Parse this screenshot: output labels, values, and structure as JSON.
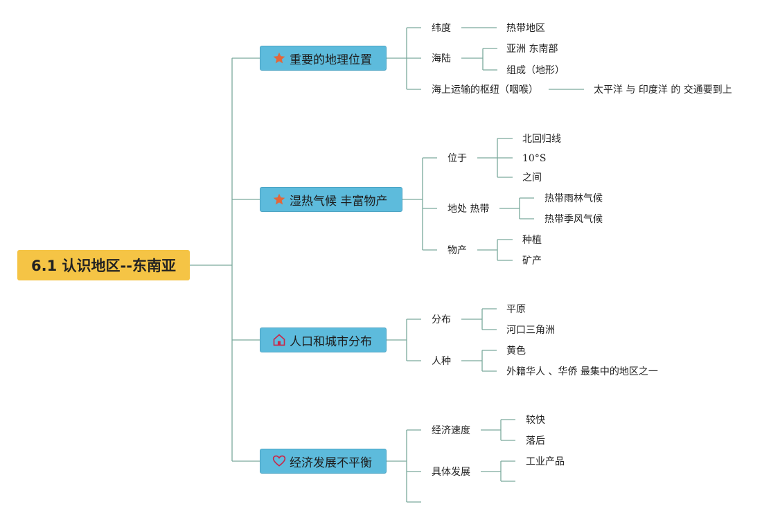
{
  "root": {
    "label": "6.1 认识地区--东南亚",
    "color": "#f5c445"
  },
  "colors": {
    "branch_fill": "#5dbbdc",
    "line": "#7aa99c",
    "star": "#e2673a",
    "house": "#c7284a",
    "heart": "#c7284a"
  },
  "branches": [
    {
      "label": "重要的地理位置",
      "icon": "star-icon",
      "children": [
        {
          "label": "纬度",
          "children": [
            {
              "label": "热带地区"
            }
          ]
        },
        {
          "label": "海陆",
          "children": [
            {
              "label": "亚洲 东南部"
            },
            {
              "label": "组成（地形）"
            }
          ]
        },
        {
          "label": "海上运输的枢纽（咽喉）",
          "children": [
            {
              "label": "太平洋 与 印度洋 的 交通要到上"
            }
          ]
        }
      ]
    },
    {
      "label": "湿热气候 丰富物产",
      "icon": "star-icon",
      "children": [
        {
          "label": "位于",
          "children": [
            {
              "label": "北回归线"
            },
            {
              "label": "10°S"
            },
            {
              "label": "之间"
            }
          ]
        },
        {
          "label": "地处 热带",
          "children": [
            {
              "label": "热带雨林气候"
            },
            {
              "label": "热带季风气候"
            }
          ]
        },
        {
          "label": "物产",
          "children": [
            {
              "label": "种植"
            },
            {
              "label": "矿产"
            }
          ]
        }
      ]
    },
    {
      "label": "人口和城市分布",
      "icon": "house-icon",
      "children": [
        {
          "label": "分布",
          "children": [
            {
              "label": "平原"
            },
            {
              "label": "河口三角洲"
            }
          ]
        },
        {
          "label": "人种",
          "children": [
            {
              "label": "黄色"
            },
            {
              "label": "外籍华人 、华侨 最集中的地区之一"
            }
          ]
        }
      ]
    },
    {
      "label": "经济发展不平衡",
      "icon": "heart-icon",
      "children": [
        {
          "label": "经济速度",
          "children": [
            {
              "label": "较快"
            },
            {
              "label": "落后"
            }
          ]
        },
        {
          "label": "具体发展",
          "children": [
            {
              "label": "工业产品"
            },
            {
              "label": ""
            }
          ]
        },
        {
          "label": ""
        }
      ]
    }
  ]
}
